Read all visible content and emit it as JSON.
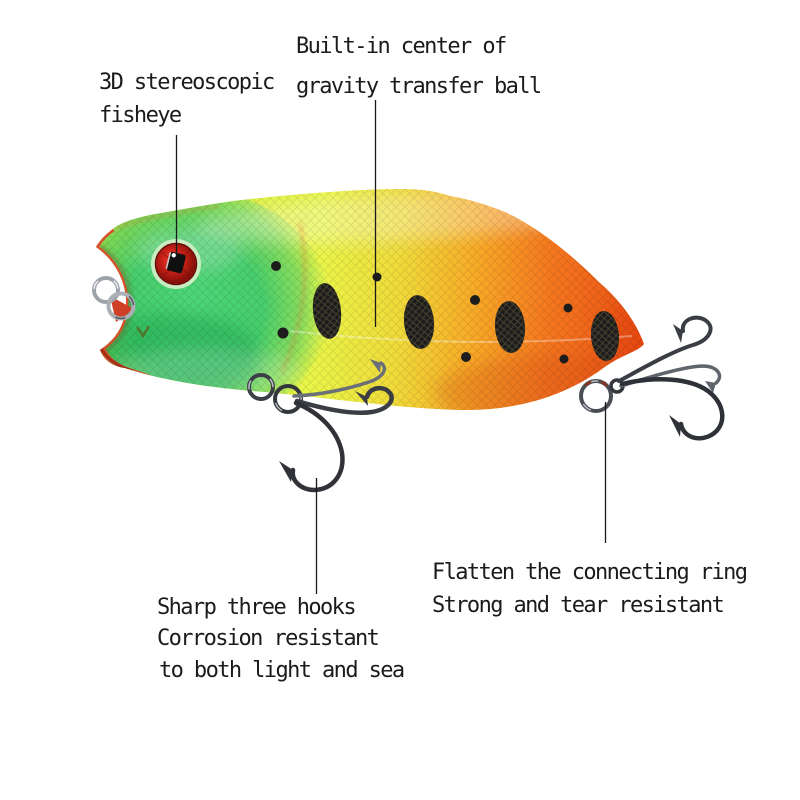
{
  "annotations": {
    "fisheye": {
      "line1": "3D stereoscopic",
      "line2": "fisheye"
    },
    "gravity_ball": {
      "line1": "Built-in center of",
      "line2": "gravity transfer ball"
    },
    "hooks": {
      "line1": "Sharp three hooks",
      "line2": "Corrosion resistant",
      "line3": "to both light and sea"
    },
    "connecting_ring": {
      "line1": "Flatten the connecting ring",
      "line2": "Strong and tear resistant"
    }
  },
  "illustration": {
    "subject": "popper fishing lure with two treble hooks and split rings",
    "colors": {
      "head_green": "#3fcc6f",
      "body_yellow": "#e9f548",
      "body_orange": "#f7ab27",
      "tail_orange": "#e94e14",
      "mouth_red": "#d84f2a",
      "eye_red": "#cf241a",
      "spot_black": "#1c1c1c",
      "hook_metal": "#34363d",
      "ring_silver": "#a8acb2",
      "leader_line": "#1a1a1a"
    }
  }
}
